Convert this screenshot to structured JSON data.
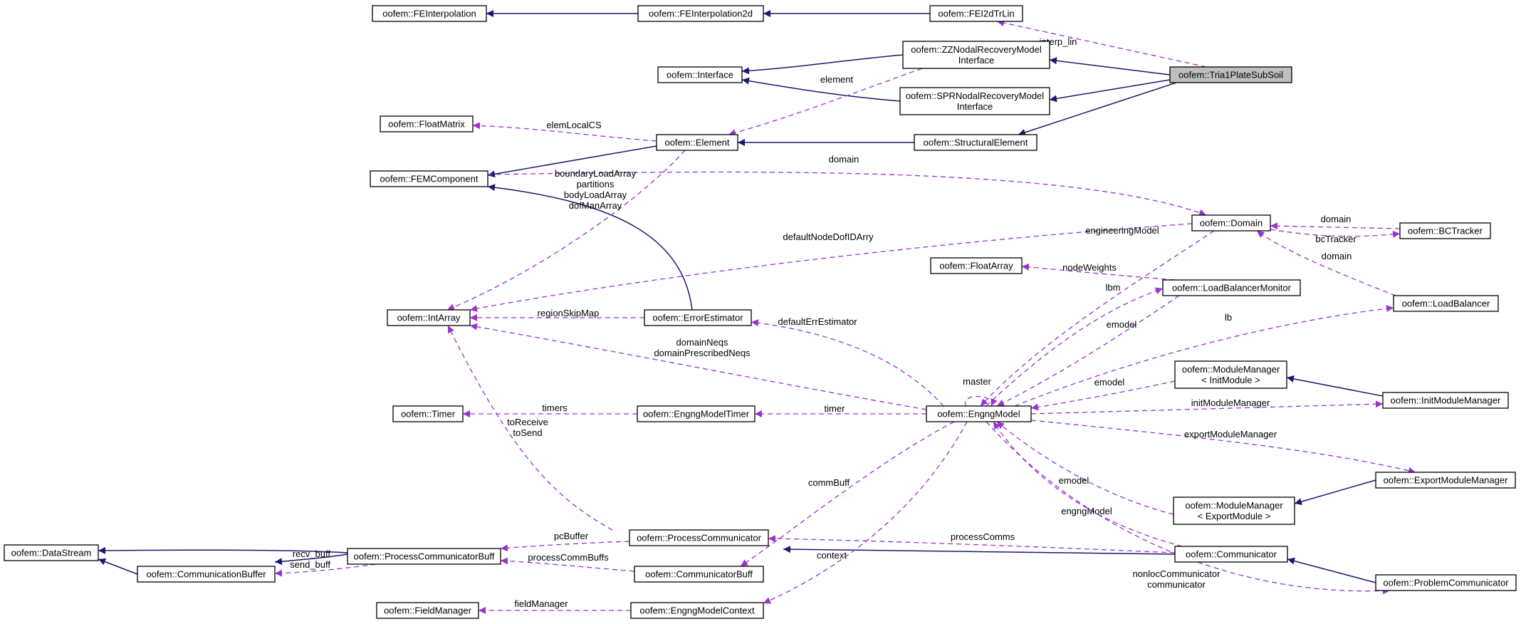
{
  "colors": {
    "inheritance": "#191970",
    "usage": "#9a32cd",
    "focus_fill": "#bfbfbf"
  },
  "nodes": {
    "fei": [
      "oofem::FEInterpolation"
    ],
    "fei2d": [
      "oofem::FEInterpolation2d"
    ],
    "fei2dtr": [
      "oofem::FEI2dTrLin"
    ],
    "iface": [
      "oofem::Interface"
    ],
    "zz": [
      "oofem::ZZNodalRecoveryModel",
      "Interface"
    ],
    "spr": [
      "oofem::SPRNodalRecoveryModel",
      "Interface"
    ],
    "tria": [
      "oofem::Tria1PlateSubSoil"
    ],
    "fmatrix": [
      "oofem::FloatMatrix"
    ],
    "element": [
      "oofem::Element"
    ],
    "structel": [
      "oofem::StructuralElement"
    ],
    "femcomp": [
      "oofem::FEMComponent"
    ],
    "domain": [
      "oofem::Domain"
    ],
    "bctracker": [
      "oofem::BCTracker"
    ],
    "farray": [
      "oofem::FloatArray"
    ],
    "lbm": [
      "oofem::LoadBalancerMonitor"
    ],
    "lb": [
      "oofem::LoadBalancer"
    ],
    "intarray": [
      "oofem::IntArray"
    ],
    "errest": [
      "oofem::ErrorEstimator"
    ],
    "mminit": [
      "oofem::ModuleManager",
      "< InitModule >"
    ],
    "initmm": [
      "oofem::InitModuleManager"
    ],
    "timer": [
      "oofem::Timer"
    ],
    "emtimer": [
      "oofem::EngngModelTimer"
    ],
    "engng": [
      "oofem::EngngModel"
    ],
    "exportmm": [
      "oofem::ExportModuleManager"
    ],
    "mmexport": [
      "oofem::ModuleManager",
      "< ExportModule >"
    ],
    "dstream": [
      "oofem::DataStream"
    ],
    "pcbuff": [
      "oofem::ProcessCommunicatorBuff"
    ],
    "pcomm": [
      "oofem::ProcessCommunicator"
    ],
    "comm": [
      "oofem::Communicator"
    ],
    "combuf": [
      "oofem::CommunicationBuffer"
    ],
    "commbuff": [
      "oofem::CommunicatorBuff"
    ],
    "probcomm": [
      "oofem::ProblemCommunicator"
    ],
    "fieldmgr": [
      "oofem::FieldManager"
    ],
    "emctx": [
      "oofem::EngngModelContext"
    ]
  },
  "edge_labels": {
    "interp_lin": [
      "interp_lin"
    ],
    "element": [
      "element"
    ],
    "elemLocalCS": [
      "elemLocalCS"
    ],
    "domain_main": [
      "domain"
    ],
    "domain_bct": [
      "domain"
    ],
    "bcTracker": [
      "bcTracker"
    ],
    "domain_lb": [
      "domain"
    ],
    "boundaryLoadArray": [
      "boundaryLoadArray",
      "partitions",
      "bodyLoadArray",
      "dofManArray"
    ],
    "defaultNodeDofIDArry": [
      "defaultNodeDofIDArry"
    ],
    "engineeringModel": [
      "engineeringModel"
    ],
    "nodeWeights": [
      "nodeWeights"
    ],
    "lbm": [
      "lbm"
    ],
    "emodel_lbm": [
      "emodel"
    ],
    "lb": [
      "lb"
    ],
    "regionSkipMap": [
      "regionSkipMap"
    ],
    "defaultErrEstimator": [
      "defaultErrEstimator"
    ],
    "domainNeqs": [
      "domainNeqs",
      "domainPrescribedNeqs"
    ],
    "master": [
      "master"
    ],
    "emodel_init": [
      "emodel"
    ],
    "initModuleManager": [
      "initModuleManager"
    ],
    "timers": [
      "timers"
    ],
    "timer": [
      "timer"
    ],
    "toReceive": [
      "toReceive",
      "toSend"
    ],
    "exportModuleManager": [
      "exportModuleManager"
    ],
    "emodel_export": [
      "emodel"
    ],
    "commBuff": [
      "commBuff"
    ],
    "engngModel": [
      "engngModel"
    ],
    "pcBuffer": [
      "pcBuffer"
    ],
    "processComms": [
      "processComms"
    ],
    "recv_buff": [
      "recv_buff",
      "send_buff"
    ],
    "processCommBuffs": [
      "processCommBuffs"
    ],
    "context": [
      "context"
    ],
    "nonlocCommunicator": [
      "nonlocCommunicator",
      "communicator"
    ],
    "fieldManager": [
      "fieldManager"
    ]
  }
}
